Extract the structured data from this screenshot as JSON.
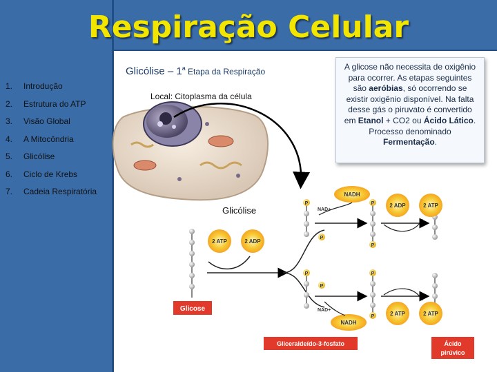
{
  "title": "Respiração Celular",
  "menu": [
    {
      "num": "1.",
      "label": "Introdução"
    },
    {
      "num": "2.",
      "label": "Estrutura do ATP"
    },
    {
      "num": "3.",
      "label": "Visão Global"
    },
    {
      "num": "4.",
      "label": "A Mitocôndria"
    },
    {
      "num": "5.",
      "label": "Glicólise"
    },
    {
      "num": "6.",
      "label": "Ciclo de Krebs"
    },
    {
      "num": "7.",
      "label": "Cadeia Respiratória"
    }
  ],
  "heading": {
    "main": "Glicólise – 1",
    "sup": "a",
    "rest": " Etapa da Respiração"
  },
  "local": "Local: Citoplasma da célula",
  "callout": {
    "t1": "A glicose não necessita de oxigênio para ocorrer. As etapas seguintes são ",
    "b1": "aeróbias",
    "t2": ", só ocorrendo se existir oxigênio disponível. Na falta desse gás o piruvato é convertido em ",
    "b2": "Etanol",
    "t3": " + CO2 ou ",
    "b3": "Ácido Lático",
    "t4": ". Processo denominado ",
    "b4": "Fermentação",
    "t5": "."
  },
  "diagram": {
    "label": "Glicólise",
    "glicose": "Glicose",
    "gliceraldeido": "Gliceraldeído-3-fosfato",
    "acido1": "Ácido",
    "acido2": "pirúvico",
    "nadh": "NADH",
    "nad": "NAD+",
    "atp2": "2 ATP",
    "adp2": "2 ADP",
    "p": "P"
  },
  "colors": {
    "sidebar": "#3a6ca8",
    "title": "#f2e600",
    "box_red": "#e23a2a",
    "phosphate": "#f4c534"
  }
}
